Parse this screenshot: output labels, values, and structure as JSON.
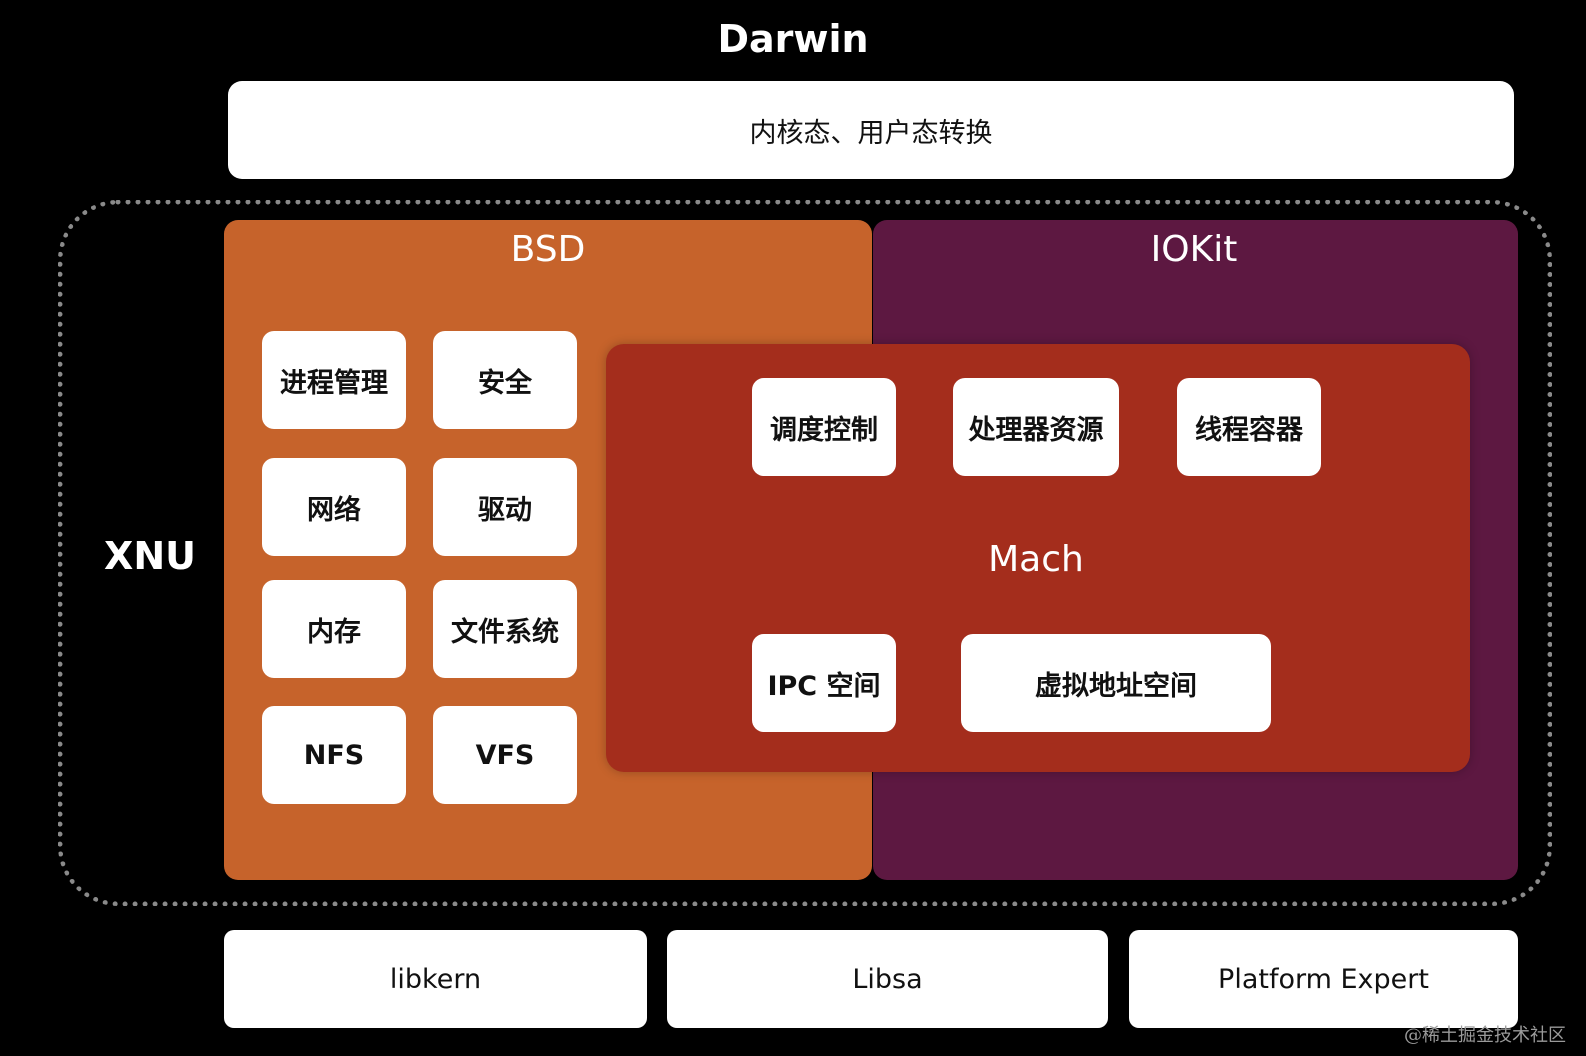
{
  "title": "Darwin",
  "top_bar": "内核态、用户态转换",
  "xnu_label": "XNU",
  "bsd": {
    "label": "BSD",
    "items": [
      "进程管理",
      "安全",
      "网络",
      "驱动",
      "内存",
      "文件系统",
      "NFS",
      "VFS"
    ]
  },
  "iokit": {
    "label": "IOKit"
  },
  "mach": {
    "label": "Mach",
    "items": [
      "调度控制",
      "处理器资源",
      "线程容器",
      "IPC 空间",
      "虚拟地址空间"
    ]
  },
  "bottom": [
    "libkern",
    "Libsa",
    "Platform Expert"
  ],
  "watermark": "@稀土掘金技术社区",
  "colors": {
    "background": "#000000",
    "bsd": "#c6632b",
    "iokit": "#5d1841",
    "mach": "#a42d1c",
    "box": "#ffffff"
  }
}
